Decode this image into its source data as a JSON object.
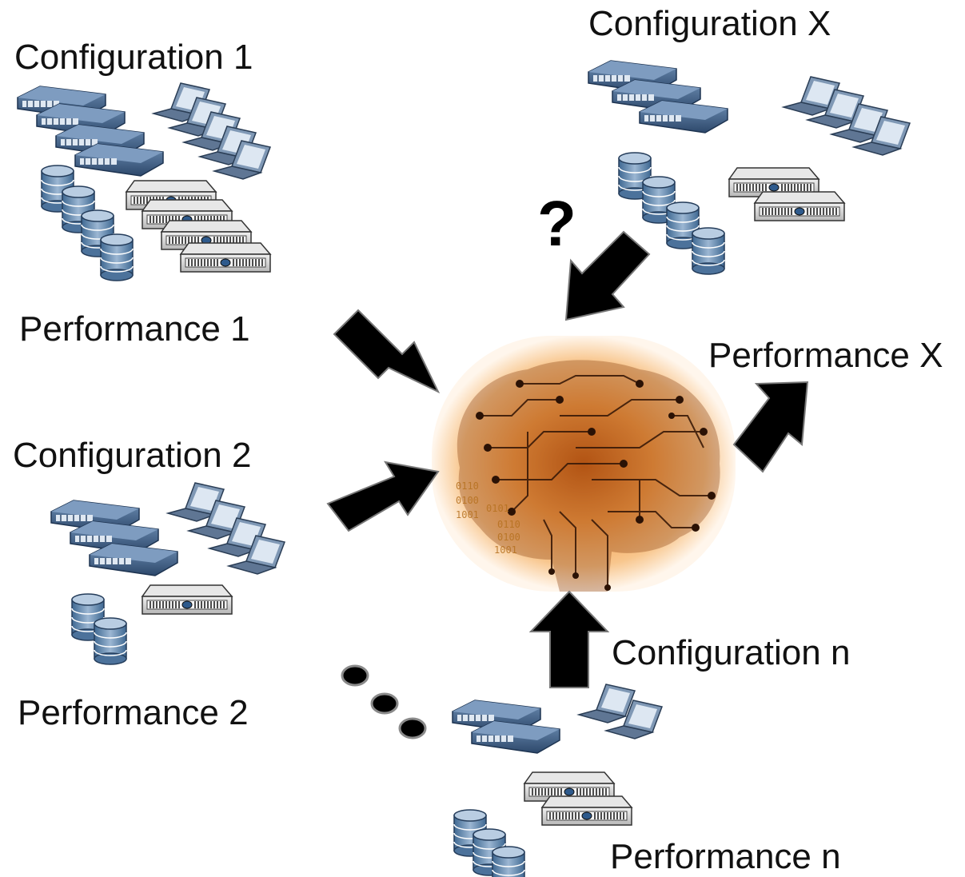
{
  "labels": {
    "config_1": "Configuration 1",
    "perf_1": "Performance 1",
    "config_2": "Configuration 2",
    "perf_2": "Performance 2",
    "config_x": "Configuration X",
    "perf_x": "Performance X",
    "config_n": "Configuration n",
    "perf_n": "Performance n",
    "question_mark": "?"
  },
  "binary_text": [
    "0110",
    "0100",
    "1001",
    "0101",
    "0110",
    "0100",
    "1001"
  ],
  "colors": {
    "arrow": "#000000",
    "switch_body": "#3f5f86",
    "switch_front": "#9fb7d2",
    "laptop": "#8aa3bf",
    "server": "#d9d9d9",
    "database": "#5f84ac",
    "brain_glow": "#f2a04a",
    "circuit": "#3a1a08"
  },
  "icons": [
    "switch-icon",
    "laptop-icon",
    "server-icon",
    "database-icon",
    "brain-circuit-icon",
    "arrow-icon",
    "ellipsis-dots"
  ]
}
